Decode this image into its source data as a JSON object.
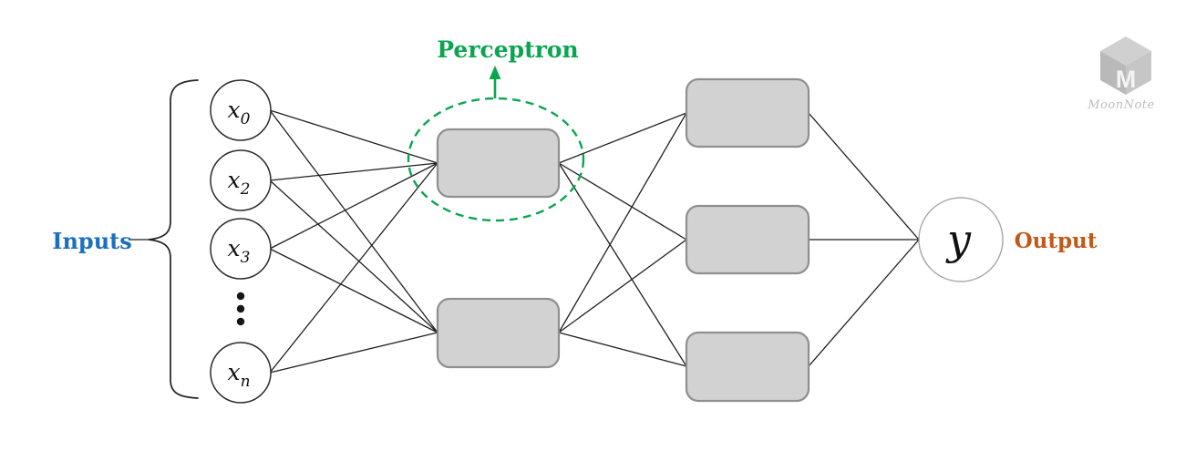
{
  "labels": {
    "inputs": "Inputs",
    "perceptron": "Perceptron",
    "output": "Output"
  },
  "input_nodes": [
    {
      "base": "x",
      "sub": "0"
    },
    {
      "base": "x",
      "sub": "2"
    },
    {
      "base": "x",
      "sub": "3"
    },
    {
      "base": "x",
      "sub": "n"
    }
  ],
  "hidden_layers": [
    {
      "layer": 1,
      "node_count": 2
    },
    {
      "layer": 2,
      "node_count": 3
    }
  ],
  "output_node": {
    "label": "y"
  },
  "watermark": {
    "brand": "MoonNote",
    "monogram": "M"
  },
  "colors": {
    "inputs_label": "#1b6fbf",
    "perceptron": "#0aa64f",
    "output_label": "#c2591b",
    "node_fill": "#d2d2d2",
    "node_border": "#8f8f8f",
    "edge": "#1f1f1f",
    "watermark_gray": "#bdbdbd"
  }
}
